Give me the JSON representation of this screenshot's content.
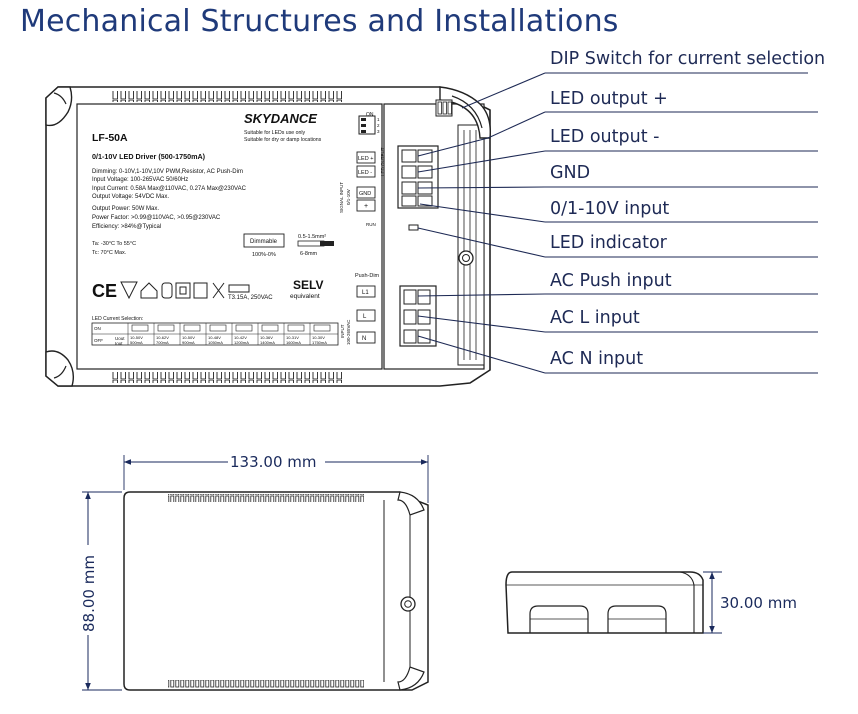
{
  "title": "Mechanical Structures and Installations",
  "callouts": [
    "DIP Switch for current selection",
    "LED output +",
    "LED output -",
    "GND",
    "0/1-10V input",
    "LED indicator",
    "AC Push input",
    "AC L input",
    "AC N input"
  ],
  "device_label": {
    "model": "LF-50A",
    "brand": "SKYDANCE",
    "suitability_1": "Suitable for LEDs use only",
    "suitability_2": "Suitable for dry or damp locations",
    "heading": "0/1-10V LED Driver (500-1750mA)",
    "specs": [
      "Dimming: 0-10V,1-10V,10V PWM,Resistor, AC Push-Dim",
      "Input Voltage: 100-265VAC 50/60Hz",
      "Input Current: 0.58A Max@110VAC, 0.27A Max@230VAC",
      "Output Voltage: 54VDC Max.",
      "Output Power: 50W Max.",
      "Power Factor: >0.99@110VAC, >0.95@230VAC",
      "Efficiency: >84%@Typical"
    ],
    "ta": "Ta: -30°C To 55°C",
    "tc": "Tc: 70°C Max.",
    "dimmable": "Dimmable",
    "dimmable_range": "100%-0%",
    "wire_gauge": "0.5-1.5mm²",
    "strip_length": "6-8mm",
    "ce": "CE",
    "fuse": "T3.15A, 250VAC",
    "selv": "SELV",
    "selv_sub": "equivalent",
    "current_selection_title": "LED Current Selection:",
    "on": "ON",
    "off": "OFF",
    "uout": "Uout",
    "iout": "Iout",
    "uout_values": [
      "10-50V",
      "10-62V",
      "10-50V",
      "10-48V",
      "10-42V",
      "10-36V",
      "10-31V",
      "10-30V"
    ],
    "iout_values": [
      "500mA",
      "700mA",
      "900mA",
      "1050mA",
      "1200mA",
      "1400mA",
      "1600mA",
      "1750mA"
    ],
    "led_plus": "LED +",
    "led_minus": "LED -",
    "led_output": "LED OUTPUT",
    "gnd": "GND",
    "plus": "+",
    "signal_input": "SIGNAL INPUT",
    "signal_range": "0/1-10V",
    "run": "RUN",
    "push_dim": "Push-Dim",
    "l1": "L1",
    "l": "L",
    "n": "N",
    "input_label": "INPUT",
    "input_range": "100-265VAC",
    "dip_on": "ON",
    "dip_numbers": [
      "1",
      "2",
      "3"
    ]
  },
  "dimensions": {
    "length": "133.00 mm",
    "width": "88.00 mm",
    "height": "30.00 mm"
  }
}
